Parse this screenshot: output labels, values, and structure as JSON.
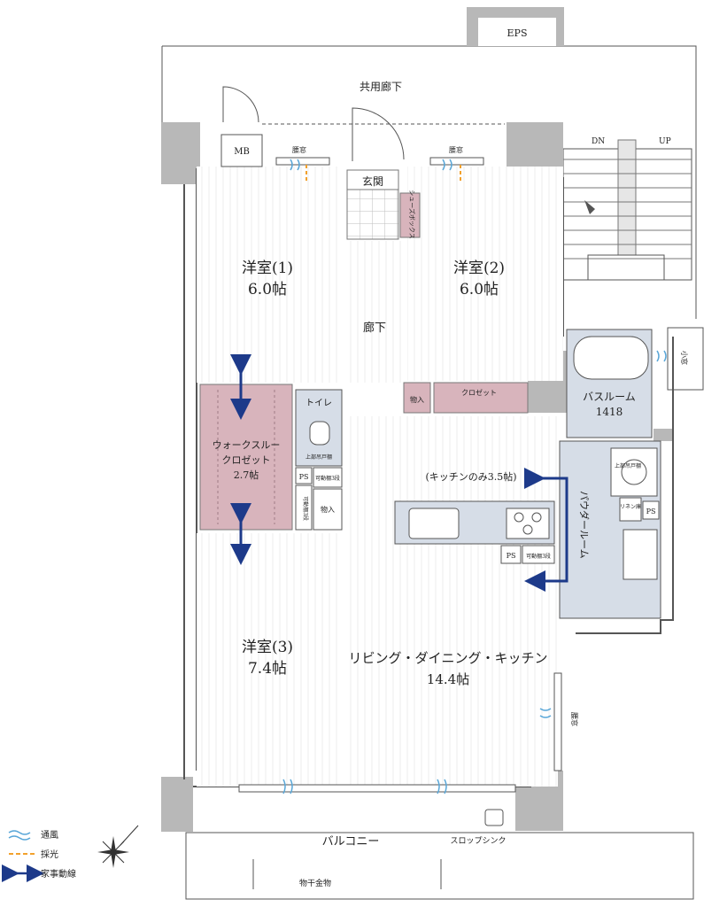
{
  "colors": {
    "wall": "#b8b8b8",
    "closet": "#d8b4bc",
    "wet_area": "#d6dde7",
    "wind": "#5aa7d8",
    "light": "#f2a12c",
    "flow": "#1d3a8a"
  },
  "labels": {
    "eps": "EPS",
    "common_corridor": "共用廊下",
    "dn": "DN",
    "up": "UP",
    "mb": "MB",
    "window_room1": "腰窓",
    "window_room2": "腰窓",
    "entrance": "玄関",
    "shoe_box": "シューズボックス",
    "room1_name": "洋室(1)",
    "room1_size": "6.0帖",
    "room2_name": "洋室(2)",
    "room2_size": "6.0帖",
    "hallway": "廊下",
    "small_window": "小窓",
    "bathroom_name": "バスルーム",
    "bathroom_size": "1418",
    "storage1": "物入",
    "closet": "クロゼット",
    "toilet": "トイレ",
    "toilet_shelf": "上部吊戸棚",
    "wic_line1": "ウォークスルー",
    "wic_line2": "クロゼット",
    "wic_size": "2.7帖",
    "ps1": "PS",
    "shelf3_a": "可動棚3段",
    "shelf3_b": "可動棚3段",
    "storage2": "物入",
    "kitchen_only": "(キッチンのみ3.5帖)",
    "washer_shelf": "上部吊戸棚",
    "powder_room": "パウダールーム",
    "linen": "リネン庫",
    "ps2": "PS",
    "ps3": "PS",
    "shelf3_c": "可動棚3段",
    "room3_name": "洋室(3)",
    "room3_size": "7.4帖",
    "ldk_name": "リビング・ダイニング・キッチン",
    "ldk_size": "14.4帖",
    "window_ldk": "腰窓",
    "balcony": "バルコニー",
    "slop_sink": "スロップシンク",
    "laundry_hanger": "物干金物"
  },
  "legend": {
    "wind": "通風",
    "light": "採光",
    "flow": "家事動線"
  }
}
